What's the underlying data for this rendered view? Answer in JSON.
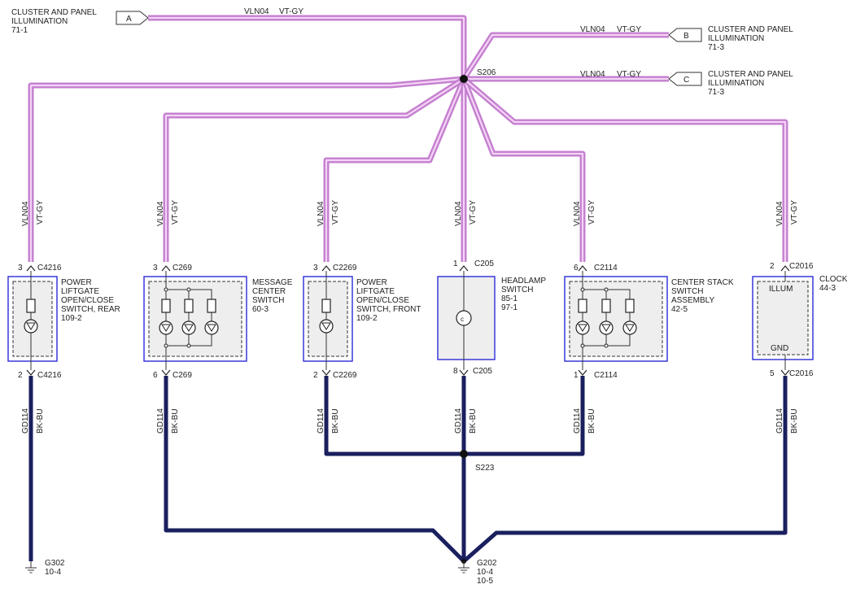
{
  "connectors": {
    "a": {
      "letter": "A",
      "line1": "CLUSTER AND PANEL",
      "line2": "ILLUMINATION",
      "ref": "71-1"
    },
    "b": {
      "letter": "B",
      "line1": "CLUSTER AND PANEL",
      "line2": "ILLUMINATION",
      "ref": "71-3"
    },
    "c": {
      "letter": "C",
      "line1": "CLUSTER AND PANEL",
      "line2": "ILLUMINATION",
      "ref": "71-3"
    }
  },
  "circuit": {
    "vln": "VLN04",
    "vln_color": "VT-GY",
    "gnd": "GD114",
    "gnd_color": "BK-BU"
  },
  "splices": {
    "top": "S206",
    "bottom": "S223"
  },
  "components": [
    {
      "pin_top": "3",
      "conn_top": "C4216",
      "pin_bot": "2",
      "conn_bot": "C4216",
      "label": [
        "POWER",
        "LIFTGATE",
        "OPEN/CLOSE",
        "SWITCH, REAR",
        "109-2"
      ]
    },
    {
      "pin_top": "3",
      "conn_top": "C269",
      "pin_bot": "6",
      "conn_bot": "C269",
      "label": [
        "MESSAGE",
        "CENTER",
        "SWITCH",
        "60-3"
      ]
    },
    {
      "pin_top": "3",
      "conn_top": "C2269",
      "pin_bot": "2",
      "conn_bot": "C2269",
      "label": [
        "POWER",
        "LIFTGATE",
        "OPEN/CLOSE",
        "SWITCH, FRONT",
        "109-2"
      ]
    },
    {
      "pin_top": "1",
      "conn_top": "C205",
      "pin_bot": "8",
      "conn_bot": "C205",
      "label": [
        "HEADLAMP",
        "SWITCH",
        "85-1",
        "97-1"
      ]
    },
    {
      "pin_top": "6",
      "conn_top": "C2114",
      "pin_bot": "1",
      "conn_bot": "C2114",
      "label": [
        "CENTER STACK",
        "SWITCH",
        "ASSEMBLY",
        "42-5"
      ]
    },
    {
      "pin_top": "2",
      "conn_top": "C2016",
      "pin_bot": "5",
      "conn_bot": "C2016",
      "label": [
        "CLOCK",
        "44-3"
      ],
      "illum": "ILLUM",
      "gnd": "GND"
    }
  ],
  "grounds": {
    "g302": {
      "name": "G302",
      "ref": "10-4"
    },
    "g202": {
      "name": "G202",
      "ref1": "10-4",
      "ref2": "10-5"
    }
  },
  "colors": {
    "power_wire": "#c47fcf",
    "ground_wire": "#1a1f5e",
    "component_border": "#2b2bd9"
  }
}
